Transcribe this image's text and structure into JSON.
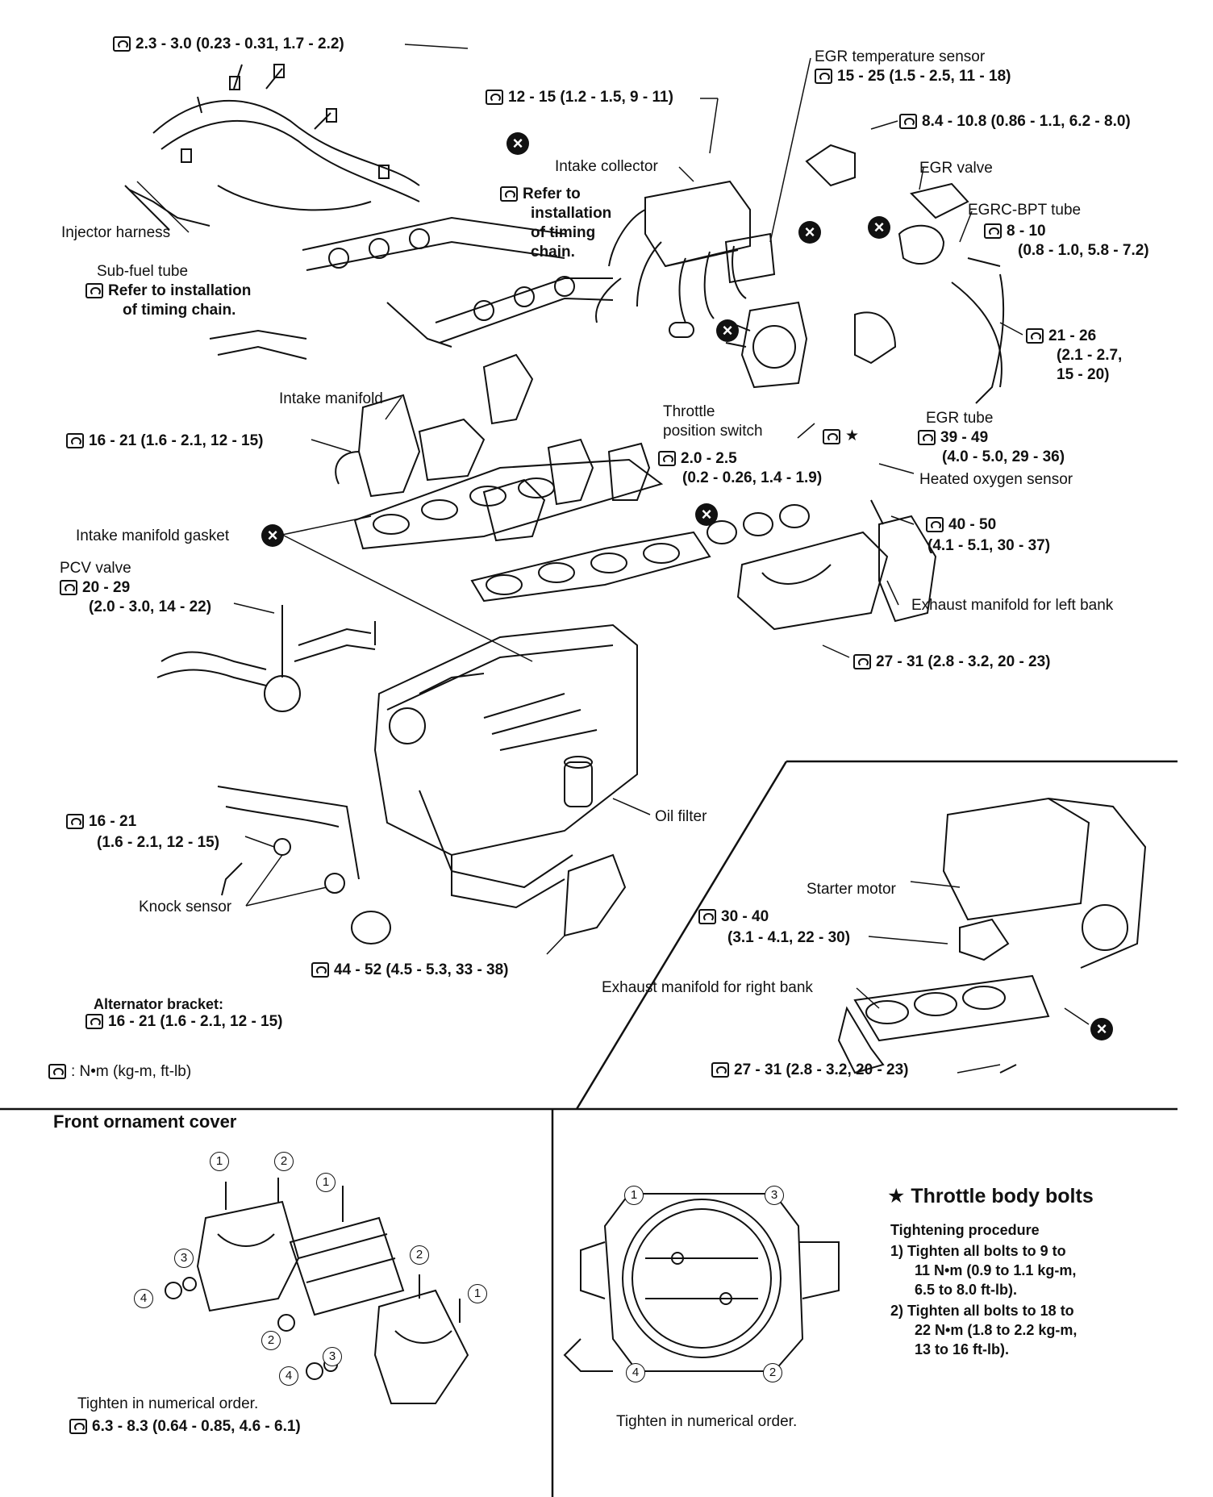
{
  "labels": {
    "injector_bolt": "2.3 - 3.0 (0.23 - 0.31, 1.7 - 2.2)",
    "collector_bolt": "12 - 15 (1.2 - 1.5, 9 - 11)",
    "egr_temp_sensor": "EGR temperature sensor",
    "egr_temp_torque": "15 - 25 (1.5 - 2.5, 11 - 18)",
    "egr_valve_bolt": "8.4 - 10.8 (0.86 - 1.1, 6.2 - 8.0)",
    "egr_valve": "EGR valve",
    "egrc_bpt_tube": "EGRC-BPT tube",
    "egrc_torque_1": "8 - 10",
    "egrc_torque_2": "(0.8 - 1.0, 5.8 - 7.2)",
    "intake_collector": "Intake collector",
    "refer_timing_1": "Refer to",
    "refer_timing_2": "installation",
    "refer_timing_3": "of timing",
    "refer_timing_4": "chain.",
    "injector_harness": "Injector harness",
    "sub_fuel_tube": "Sub-fuel tube",
    "sub_fuel_refer_1": "Refer to installation",
    "sub_fuel_refer_2": "of timing chain.",
    "egr_bracket_1": "21 - 26",
    "egr_bracket_2": "(2.1 - 2.7,",
    "egr_bracket_3": "15 - 20)",
    "intake_manifold": "Intake manifold",
    "intake_manifold_torque": "16 - 21 (1.6 - 2.1, 12 - 15)",
    "throttle_switch_1": "Throttle",
    "throttle_switch_2": "position switch",
    "throttle_torque_1": "2.0 - 2.5",
    "throttle_torque_2": "(0.2 - 0.26, 1.4 - 1.9)",
    "egr_tube": "EGR tube",
    "egr_tube_torque_1": "39 - 49",
    "egr_tube_torque_2": "(4.0 - 5.0, 29 - 36)",
    "heated_o2": "Heated oxygen sensor",
    "intake_gasket": "Intake manifold gasket",
    "o2_torque_1": "40 - 50",
    "o2_torque_2": "(4.1 - 5.1, 30 - 37)",
    "exhaust_left": "Exhaust manifold for left bank",
    "pcv_valve": "PCV valve",
    "pcv_torque_1": "20 - 29",
    "pcv_torque_2": "(2.0 - 3.0, 14 - 22)",
    "exhaust_left_nut": "27 - 31 (2.8 - 3.2, 20 - 23)",
    "oil_filter": "Oil filter",
    "knock_torque_1": "16 - 21",
    "knock_torque_2": "(1.6 - 2.1, 12 - 15)",
    "knock_sensor": "Knock sensor",
    "starter_motor": "Starter motor",
    "starter_torque_1": "30 - 40",
    "starter_torque_2": "(3.1 - 4.1, 22 - 30)",
    "bracket_bolt": "44 - 52 (4.5 - 5.3, 33 - 38)",
    "exhaust_right": "Exhaust manifold for right bank",
    "alt_bracket": "Alternator bracket:",
    "alt_torque": "16 - 21 (1.6 - 2.1, 12 - 15)",
    "units": ": N•m (kg-m, ft-lb)",
    "exhaust_right_nut": "27 - 31 (2.8 - 3.2, 20 - 23)"
  },
  "front_cover": {
    "title": "Front ornament cover",
    "note": "Tighten in numerical order.",
    "torque": "6.3 - 8.3 (0.64 - 0.85, 4.6 - 6.1)"
  },
  "throttle_body": {
    "note": "Tighten in numerical order.",
    "title": "★ Throttle body bolts",
    "procedure_title": "Tightening procedure",
    "step1_1": "1)  Tighten all bolts to 9 to",
    "step1_2": "11 N•m (0.9 to 1.1 kg-m,",
    "step1_3": "6.5 to 8.0 ft-lb).",
    "step2_1": "2)  Tighten all bolts to 18 to",
    "step2_2": "22 N•m (1.8 to 2.2 kg-m,",
    "step2_3": "13 to 16 ft-lb)."
  },
  "symbols": {
    "seal_mark": "×",
    "star": "★",
    "n1": "1",
    "n2": "2",
    "n3": "3",
    "n4": "4"
  }
}
